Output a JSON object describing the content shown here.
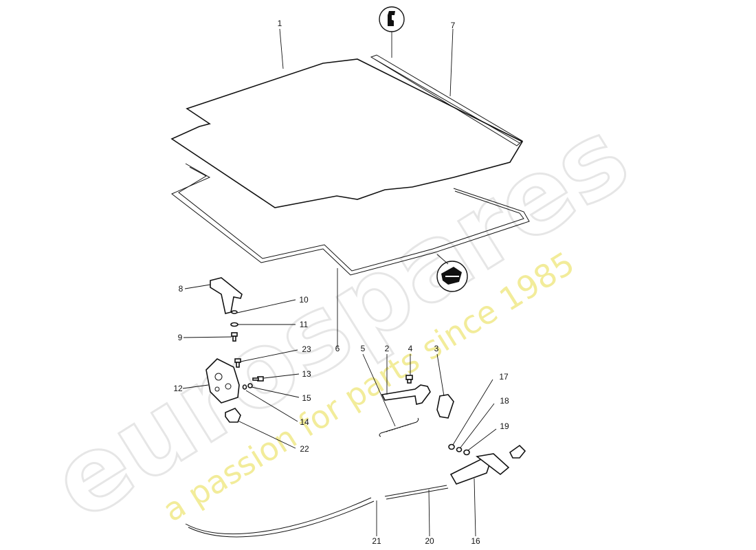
{
  "watermark": {
    "brand": "eurospares",
    "tagline": "a passion for parts since 1985"
  },
  "callouts": {
    "p1": "1",
    "p2": "2",
    "p3": "3",
    "p4": "4",
    "p5": "5",
    "p6": "6",
    "p7": "7",
    "p8": "8",
    "p9": "9",
    "p10": "10",
    "p11": "11",
    "p12": "12",
    "p13": "13",
    "p14": "14",
    "p15": "15",
    "p16": "16",
    "p17": "17",
    "p18": "18",
    "p19": "19",
    "p20": "20",
    "p21": "21",
    "p22": "22",
    "p23": "23"
  },
  "colors": {
    "line": "#111111",
    "watermark_grey": "#e6e6e6",
    "watermark_yellow": "#f2ec9a"
  }
}
